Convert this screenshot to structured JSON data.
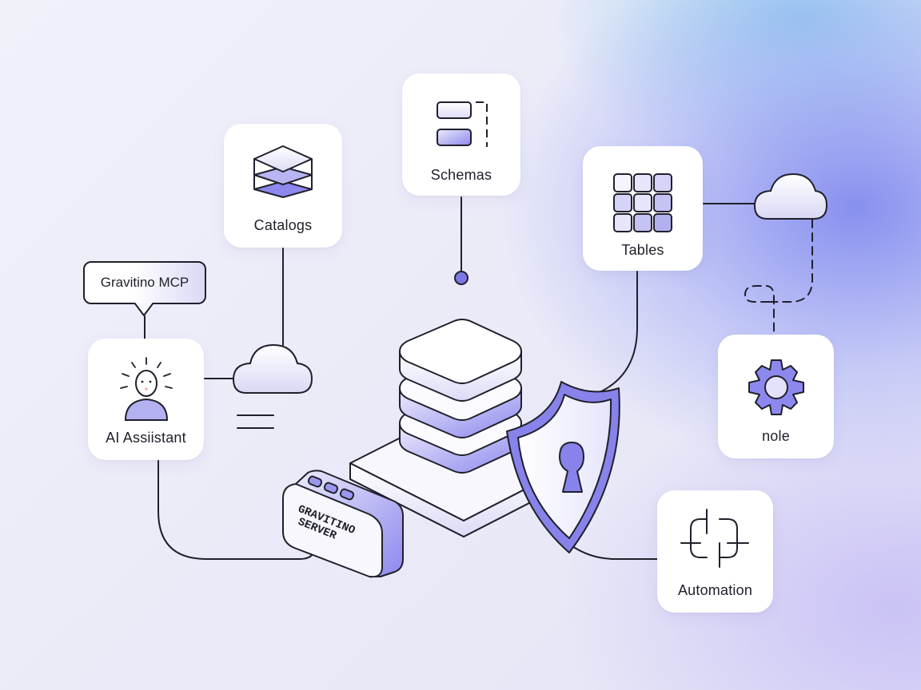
{
  "nodes": {
    "catalogs": {
      "label": "Catalogs",
      "icon": "layers-icon"
    },
    "schemas": {
      "label": "Schemas",
      "icon": "schema-icon"
    },
    "tables": {
      "label": "Tables",
      "icon": "grid-icon"
    },
    "ai_assistant": {
      "label": "AI Assiistant",
      "icon": "person-icon"
    },
    "role": {
      "label": "nole",
      "icon": "gear-icon"
    },
    "automation": {
      "label": "Automation",
      "icon": "automation-icon"
    }
  },
  "speech_bubble": {
    "text": "Gravitino MCP"
  },
  "server": {
    "text_line1": "GRAVITINO",
    "text_line2": "SERVER",
    "icon": "server-icon"
  },
  "decorations": [
    "cloud-icon",
    "database-stack-icon",
    "shield-keyhole-icon"
  ],
  "colors": {
    "accent": "#7b78e6",
    "line": "#20202c",
    "card": "#ffffff"
  }
}
